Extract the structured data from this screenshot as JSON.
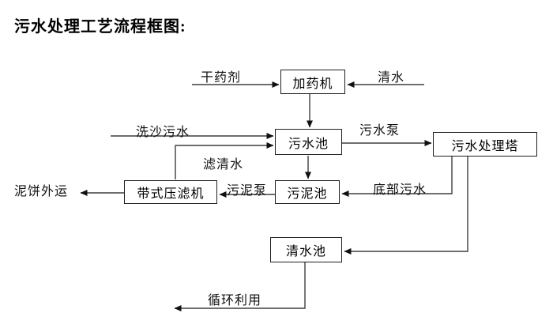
{
  "title": "污水处理工艺流程框图:",
  "diagram": {
    "nodes": {
      "dosing_machine": {
        "label": "加药机"
      },
      "sewage_pool": {
        "label": "污水池"
      },
      "treatment_tower": {
        "label": "污水处理塔"
      },
      "sludge_pool": {
        "label": "污泥池"
      },
      "belt_filter_press": {
        "label": "带式压滤机"
      },
      "clean_water_pool": {
        "label": "清水池"
      }
    },
    "edge_labels": {
      "dry_chemical": "干药剂",
      "clean_water": "清水",
      "sand_washing_sewage": "洗沙污水",
      "sewage_pump": "污水泵",
      "filtered_water": "滤清水",
      "sludge_pump": "污泥泵",
      "bottom_sewage": "底部污水",
      "mud_cake_outbound": "泥饼外运",
      "recycling": "循环利用"
    },
    "colors": {
      "line": "#3f3f3f",
      "arrowhead": "#111111",
      "box_border": "#1f1f1f",
      "text": "#000000",
      "background": "#ffffff"
    }
  }
}
